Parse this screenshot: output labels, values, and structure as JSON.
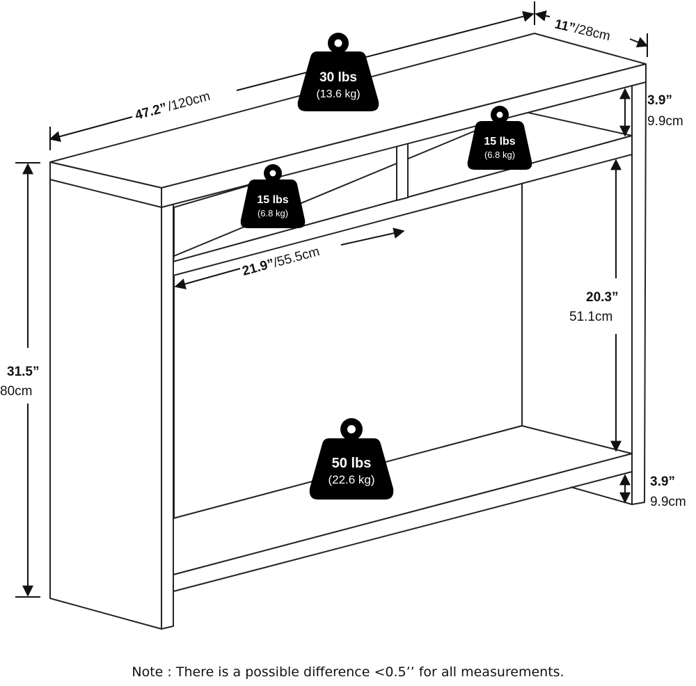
{
  "dimensions": {
    "width": {
      "imperial": "47.2”",
      "metric": "/120cm"
    },
    "depth": {
      "imperial": "11”",
      "metric": "/28cm"
    },
    "height": {
      "imperial": "31.5”",
      "metric": "80cm"
    },
    "shelf_width": {
      "imperial": "21.9”",
      "metric": "/55.5cm"
    },
    "top_gap": {
      "imperial": "3.9”",
      "metric": "9.9cm"
    },
    "middle_gap": {
      "imperial": "20.3”",
      "metric": "51.1cm"
    },
    "bottom_gap": {
      "imperial": "3.9”",
      "metric": "9.9cm"
    }
  },
  "weights": {
    "top": {
      "main": "30 lbs",
      "sub": "(13.6 kg)"
    },
    "left_cubby": {
      "main": "15 lbs",
      "sub": "(6.8 kg)"
    },
    "right_cubby": {
      "main": "15 lbs",
      "sub": "(6.8 kg)"
    },
    "bottom": {
      "main": "50 lbs",
      "sub": "(22.6 kg)"
    }
  },
  "note": "Note : There is a possible difference <0.5’’ for all measurements."
}
